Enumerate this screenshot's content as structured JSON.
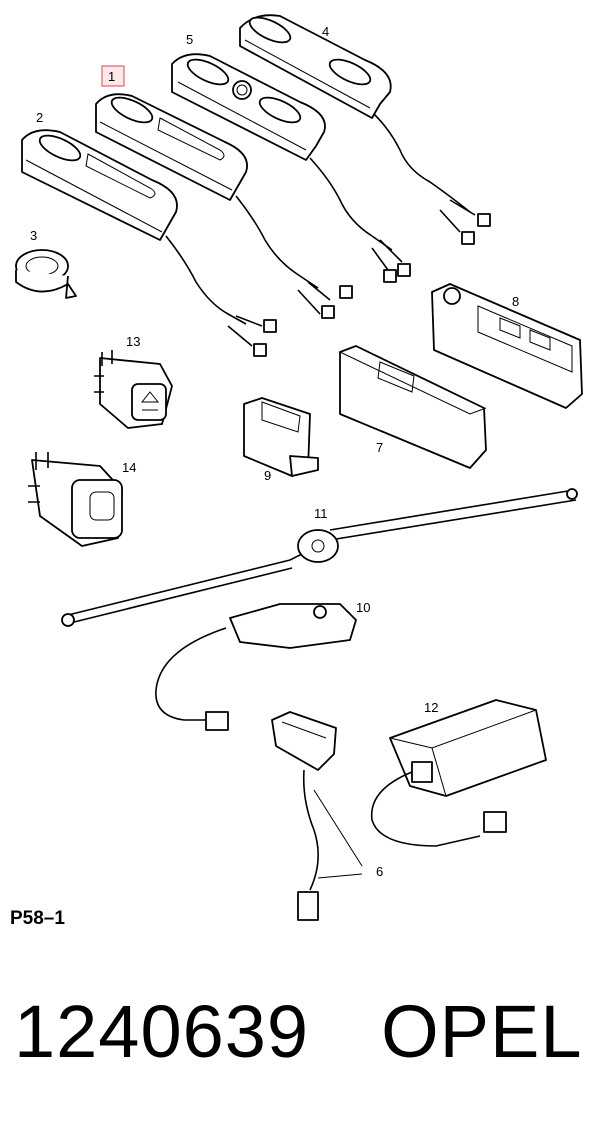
{
  "diagram": {
    "callouts": [
      {
        "id": "1",
        "label": "1"
      },
      {
        "id": "2",
        "label": "2"
      },
      {
        "id": "3",
        "label": "3"
      },
      {
        "id": "4",
        "label": "4"
      },
      {
        "id": "5",
        "label": "5"
      },
      {
        "id": "6",
        "label": "6"
      },
      {
        "id": "7",
        "label": "7"
      },
      {
        "id": "8",
        "label": "8"
      },
      {
        "id": "9",
        "label": "9"
      },
      {
        "id": "10",
        "label": "10"
      },
      {
        "id": "11",
        "label": "11"
      },
      {
        "id": "12",
        "label": "12"
      },
      {
        "id": "13",
        "label": "13"
      },
      {
        "id": "14",
        "label": "14"
      }
    ],
    "highlight_color": "#e06070"
  },
  "reference": "P58–1",
  "part_number": "1240639",
  "brand": "OPEL"
}
